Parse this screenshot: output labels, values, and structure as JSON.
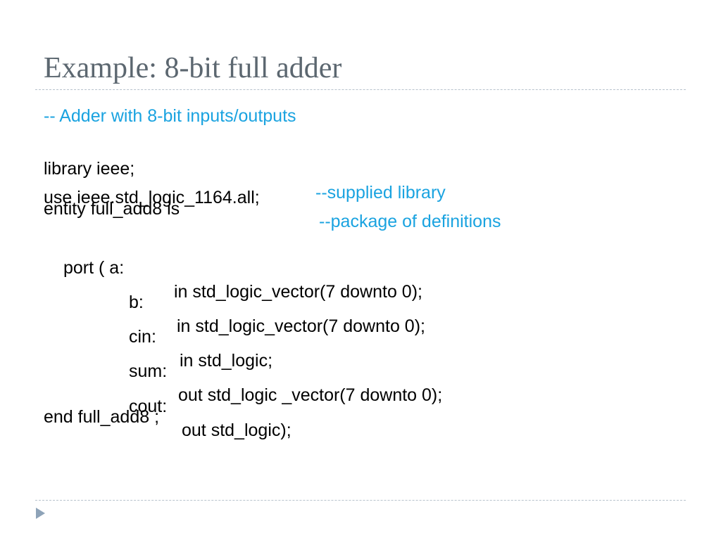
{
  "slide": {
    "title": "Example: 8-bit full adder"
  },
  "code": {
    "comment_header": "-- Adder with 8-bit inputs/outputs",
    "library_stmt": "library ieee;",
    "library_comment": "--supplied library",
    "use_stmt": "use ieee.std_logic_1164.all;",
    "use_comment": "--package of definitions",
    "entity_line": "entity full_add8 is",
    "port_prefix": "port ( a:",
    "port_a_type": "in std_logic_vector(7 downto 0);",
    "port_b_name": "b:",
    "port_b_type": "in std_logic_vector(7 downto 0);",
    "port_cin_name": "cin:",
    "port_cin_type": "in std_logic;",
    "port_sum_name": "sum:",
    "port_sum_type": "out std_logic _vector(7 downto 0);",
    "port_cout_name": "cout:",
    "port_cout_type": "out std_logic);",
    "end_line": "end full_add8 ;"
  },
  "colors": {
    "title": "#5c6770",
    "comment": "#1aa3e0",
    "code": "#000000",
    "divider": "#b7c2cc",
    "arrow": "#8ea3b8"
  },
  "icons": {
    "bottom_marker": "triangle-right-icon"
  }
}
